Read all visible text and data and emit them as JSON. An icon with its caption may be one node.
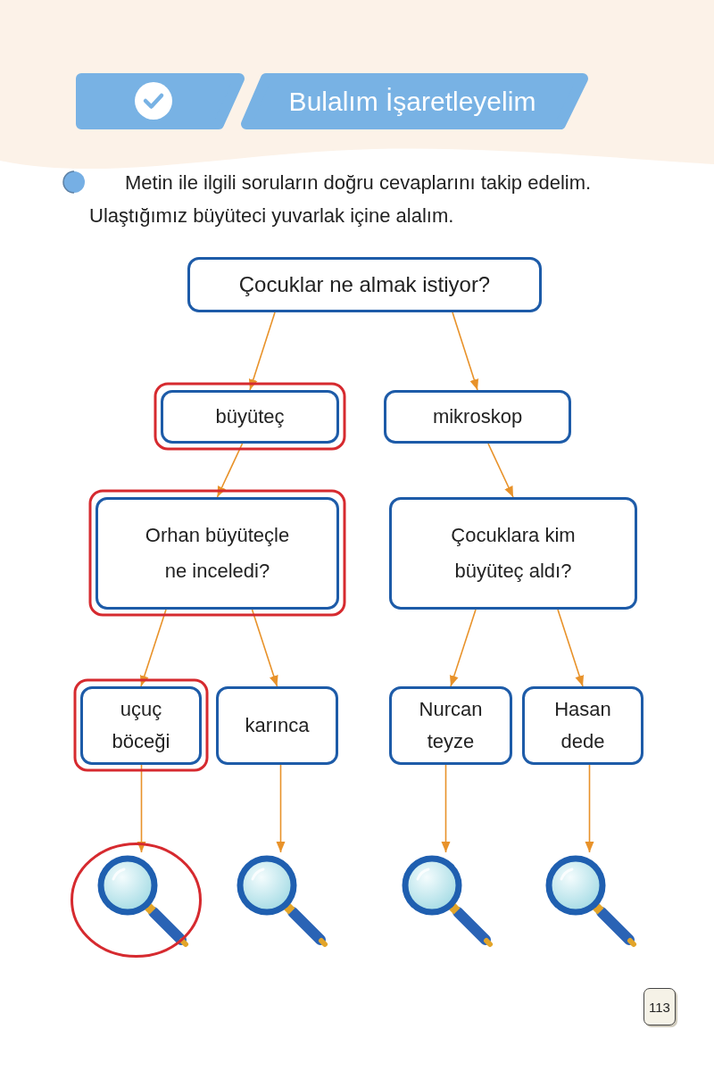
{
  "diagram": {
    "title": "Bulalım İşaretleyelim",
    "nodes": [
      {
        "text": [
          "Çocuklar ne almak istiyor?"
        ]
      },
      {
        "text": [
          "büyüteç"
        ]
      },
      {
        "text": [
          "mikroskop"
        ]
      },
      {
        "text": [
          "Orhan büyüteçle ne inceledi?"
        ]
      },
      {
        "text": [
          "Çocuklara kim büyüteç aldı?"
        ]
      },
      {
        "text": [
          "uçuç böceği"
        ]
      },
      {
        "text": [
          "karınca"
        ]
      },
      {
        "text": [
          "Nurcan teyze"
        ]
      },
      {
        "text": [
          "Hasan dede"
        ]
      },
      {
        "text": [],
        "shape": "picture"
      },
      {
        "text": [],
        "shape": "picture"
      },
      {
        "text": [],
        "shape": "picture"
      },
      {
        "text": [],
        "shape": "picture"
      }
    ],
    "edges": [
      {
        "from": 0,
        "to": 1,
        "arrow": "to"
      },
      {
        "from": 0,
        "to": 2,
        "arrow": "to"
      },
      {
        "from": 1,
        "to": 3,
        "arrow": "to"
      },
      {
        "from": 2,
        "to": 4,
        "arrow": "to"
      },
      {
        "from": 3,
        "to": 5,
        "arrow": "to"
      },
      {
        "from": 3,
        "to": 6,
        "arrow": "to"
      },
      {
        "from": 4,
        "to": 7,
        "arrow": "to"
      },
      {
        "from": 4,
        "to": 8,
        "arrow": "to"
      },
      {
        "from": 5,
        "to": 9,
        "arrow": "to"
      },
      {
        "from": 6,
        "to": 10,
        "arrow": "to"
      },
      {
        "from": 7,
        "to": 11,
        "arrow": "to"
      },
      {
        "from": 8,
        "to": 12,
        "arrow": "to"
      }
    ],
    "labels": [
      "Metin ile ilgili soruların doğru cevaplarını takip edelim. Ulaştığımız büyüteci yuvarlak içine alalım.",
      "113"
    ]
  }
}
